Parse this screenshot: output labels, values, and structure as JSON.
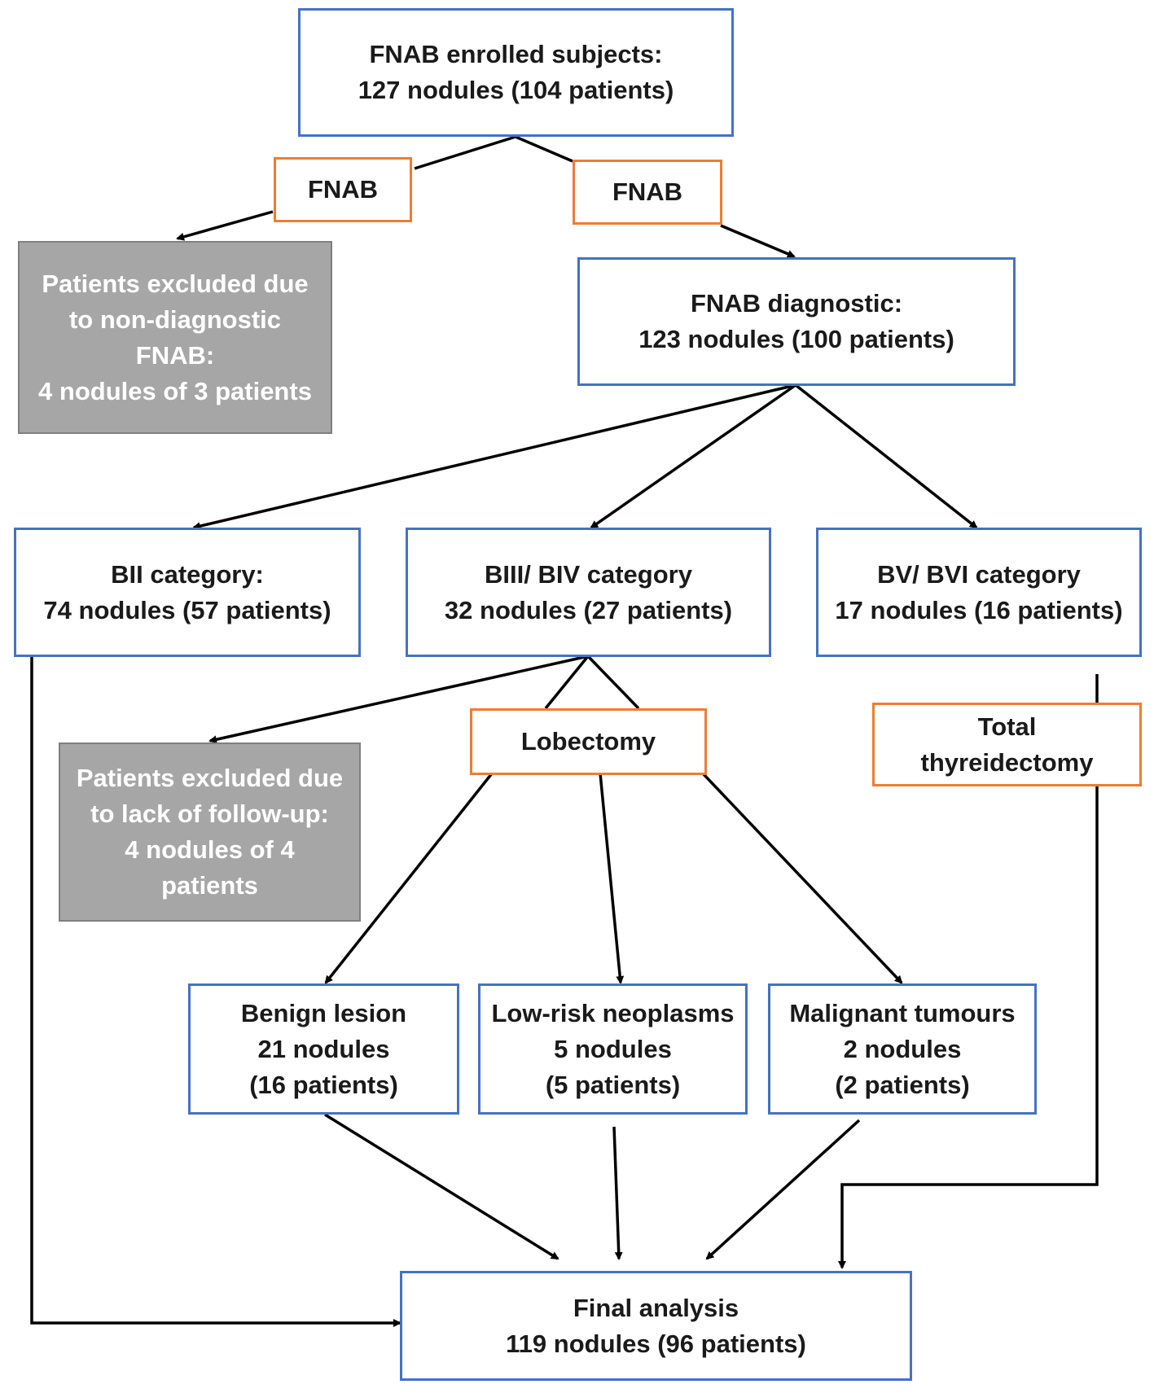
{
  "colors": {
    "process_border": "#4472c4",
    "step_border": "#ed7d31",
    "excluded_fill": "#a6a6a6",
    "arrow": "#000000"
  },
  "nodes": {
    "enrolled": {
      "line1": "FNAB enrolled subjects:",
      "line2": "127 nodules (104 patients)"
    },
    "fnab_left": {
      "line1": "FNAB"
    },
    "fnab_right": {
      "line1": "FNAB"
    },
    "excluded_nondiagnostic": {
      "line1": "Patients excluded due",
      "line2": "to non-diagnostic",
      "line3": "FNAB:",
      "line4": "4 nodules of 3 patients"
    },
    "diagnostic": {
      "line1": "FNAB diagnostic:",
      "line2": "123 nodules (100 patients)"
    },
    "bii": {
      "line1": "BII category:",
      "line2": "74 nodules (57 patients)"
    },
    "biii_biv": {
      "line1": "BIII/ BIV category",
      "line2": "32 nodules (27 patients)"
    },
    "bv_bvi": {
      "line1": "BV/ BVI category",
      "line2": "17 nodules (16 patients)"
    },
    "lobectomy": {
      "line1": "Lobectomy"
    },
    "total_thyreidectomy": {
      "line1": "Total",
      "line2": "thyreidectomy"
    },
    "excluded_followup": {
      "line1": "Patients excluded due",
      "line2": "to lack of follow-up:",
      "line3": "4 nodules of 4",
      "line4": "patients"
    },
    "benign": {
      "line1": "Benign lesion",
      "line2": "21 nodules",
      "line3": "(16 patients)"
    },
    "low_risk": {
      "line1": "Low-risk neoplasms",
      "line2": "5 nodules",
      "line3": "(5 patients)"
    },
    "malignant": {
      "line1": "Malignant tumours",
      "line2": "2 nodules",
      "line3": "(2 patients)"
    },
    "final": {
      "line1": "Final analysis",
      "line2": "119 nodules (96 patients)"
    }
  }
}
